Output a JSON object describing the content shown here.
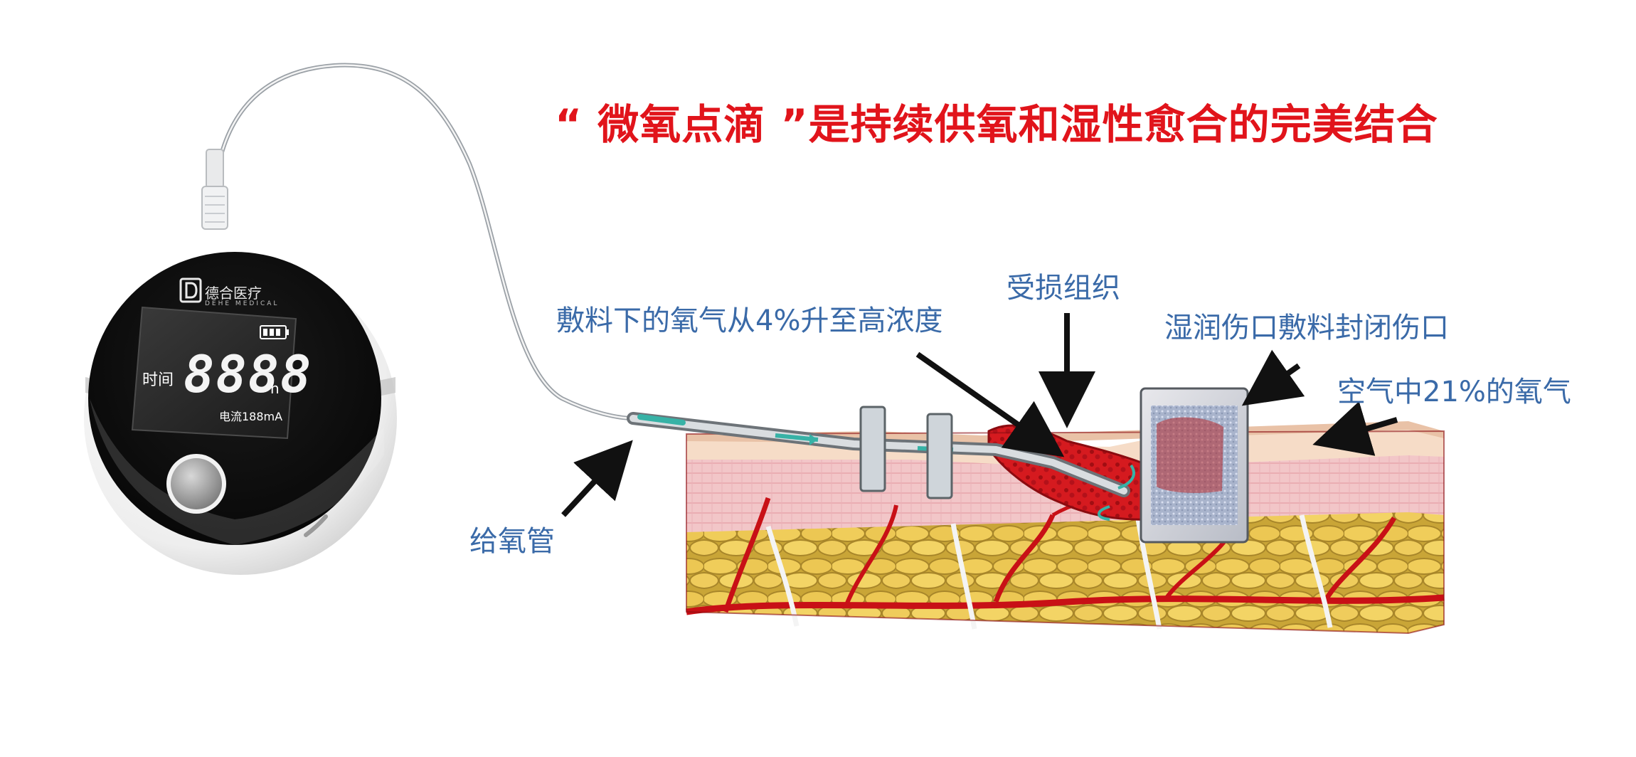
{
  "title": "“ 微氧点滴 ”是持续供氧和湿性愈合的完美结合",
  "labels": {
    "oxygen_tube": "给氧管",
    "oxygen_rise": "敷料下的氧气从4%升至高浓度",
    "damaged_tissue": "受损组织",
    "moist_dressing": "湿润伤口敷料封闭伤口",
    "air_oxygen": "空气中21%的氧气"
  },
  "device": {
    "brand": "德合医疗",
    "brand_en": "DEHE MEDICAL",
    "time_label": "时间",
    "digits": "8888",
    "unit": "h",
    "current": "电流188mA"
  },
  "colors": {
    "title": "#e1141b",
    "labels": "#3a6aa8",
    "blood": "#c81016",
    "fat": "#e8c24a",
    "skin": "#f2d3c0"
  },
  "icons": [
    "battery-icon",
    "brand-logo-icon",
    "flow-arrow-icon"
  ]
}
